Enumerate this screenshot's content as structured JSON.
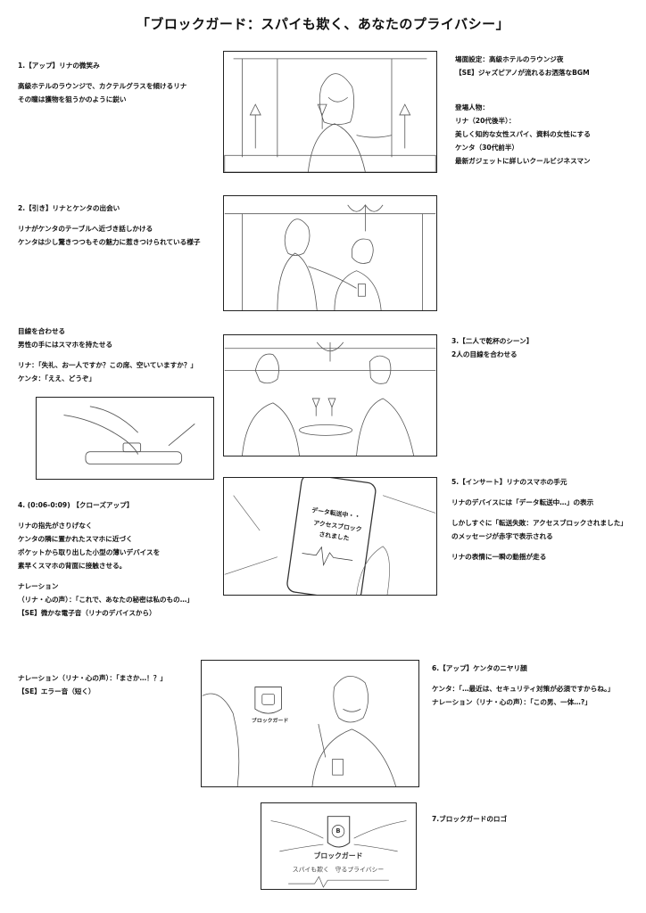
{
  "title": "「ブロックガード：スパイも欺く、あなたのプライバシー」",
  "scene1": {
    "heading": "1.【アップ】リナの微笑み",
    "lines": [
      "高級ホテルのラウンジで、カクテルグラスを傾けるリナ",
      "その瞳は獲物を狙うかのように鋭い"
    ]
  },
  "setting": {
    "lines": [
      "場面設定：高級ホテルのラウンジ夜",
      "【SE】ジャズピアノが流れるお洒落なBGM"
    ],
    "cast_heading": "登場人物：",
    "cast": [
      "リナ（20代後半）：",
      "美しく知的な女性スパイ、資料の女性にする",
      "ケンタ（30代前半）",
      "最新ガジェットに詳しいクールビジネスマン"
    ]
  },
  "scene2": {
    "heading": "2.【引き】リナとケンタの出会い",
    "lines": [
      "リナがケンタのテーブルへ近づき話しかける",
      "ケンタは少し驚きつつもその魅力に惹きつけられている様子"
    ]
  },
  "scene3_notes": {
    "lines": [
      "目線を合わせる",
      "男性の手にはスマホを持たせる"
    ],
    "dialogue": [
      "リナ：「失礼、お一人ですか？この席、空いていますか？」",
      "ケンタ：「ええ、どうぞ」"
    ]
  },
  "scene3": {
    "heading": "3.【二人で乾杯のシーン】",
    "lines": [
      "2人の目線を合わせる"
    ]
  },
  "scene4": {
    "heading": "4. (0:06-0:09) 【クローズアップ】",
    "lines": [
      "リナの指先がさりげなく",
      "ケンタの隣に置かれたスマホに近づく",
      "ポケットから取り出した小型の薄いデバイスを",
      "素早くスマホの背面に接触させる。"
    ],
    "narration": [
      "ナレーション",
      "（リナ・心の声）：「これで、あなたの秘密は私のもの…」",
      "【SE】微かな電子音（リナのデバイスから）"
    ]
  },
  "scene5": {
    "heading": "5.【インサート】リナのスマホの手元",
    "lines": [
      "リナのデバイスには「データ転送中…」の表示"
    ],
    "lines2": [
      "しかしすぐに「転送失敗：アクセスブロックされました」",
      "のメッセージが赤字で表示される"
    ],
    "lines3": [
      "リナの表情に一瞬の動揺が走る"
    ],
    "screen_text": [
      "データ転送中・・",
      "アクセスブロック",
      "されました"
    ]
  },
  "scene6_notes": {
    "lines": [
      "ナレーション（リナ・心の声）：「まさか…！？」",
      "【SE】エラー音（短く）"
    ]
  },
  "scene6": {
    "heading": "6.【アップ】ケンタのニヤリ顔",
    "lines": [
      "ケンタ：「…最近は、セキュリティ対策が必須ですからね。」",
      "ナレーション（リナ・心の声）：「この男、一体…?」"
    ],
    "sign_text": "ブロックガード"
  },
  "scene7": {
    "heading": "7.ブロックガードのロゴ",
    "logo_name": "ブロックガード",
    "logo_tagline": "スパイも欺く　守るプライバシー"
  }
}
